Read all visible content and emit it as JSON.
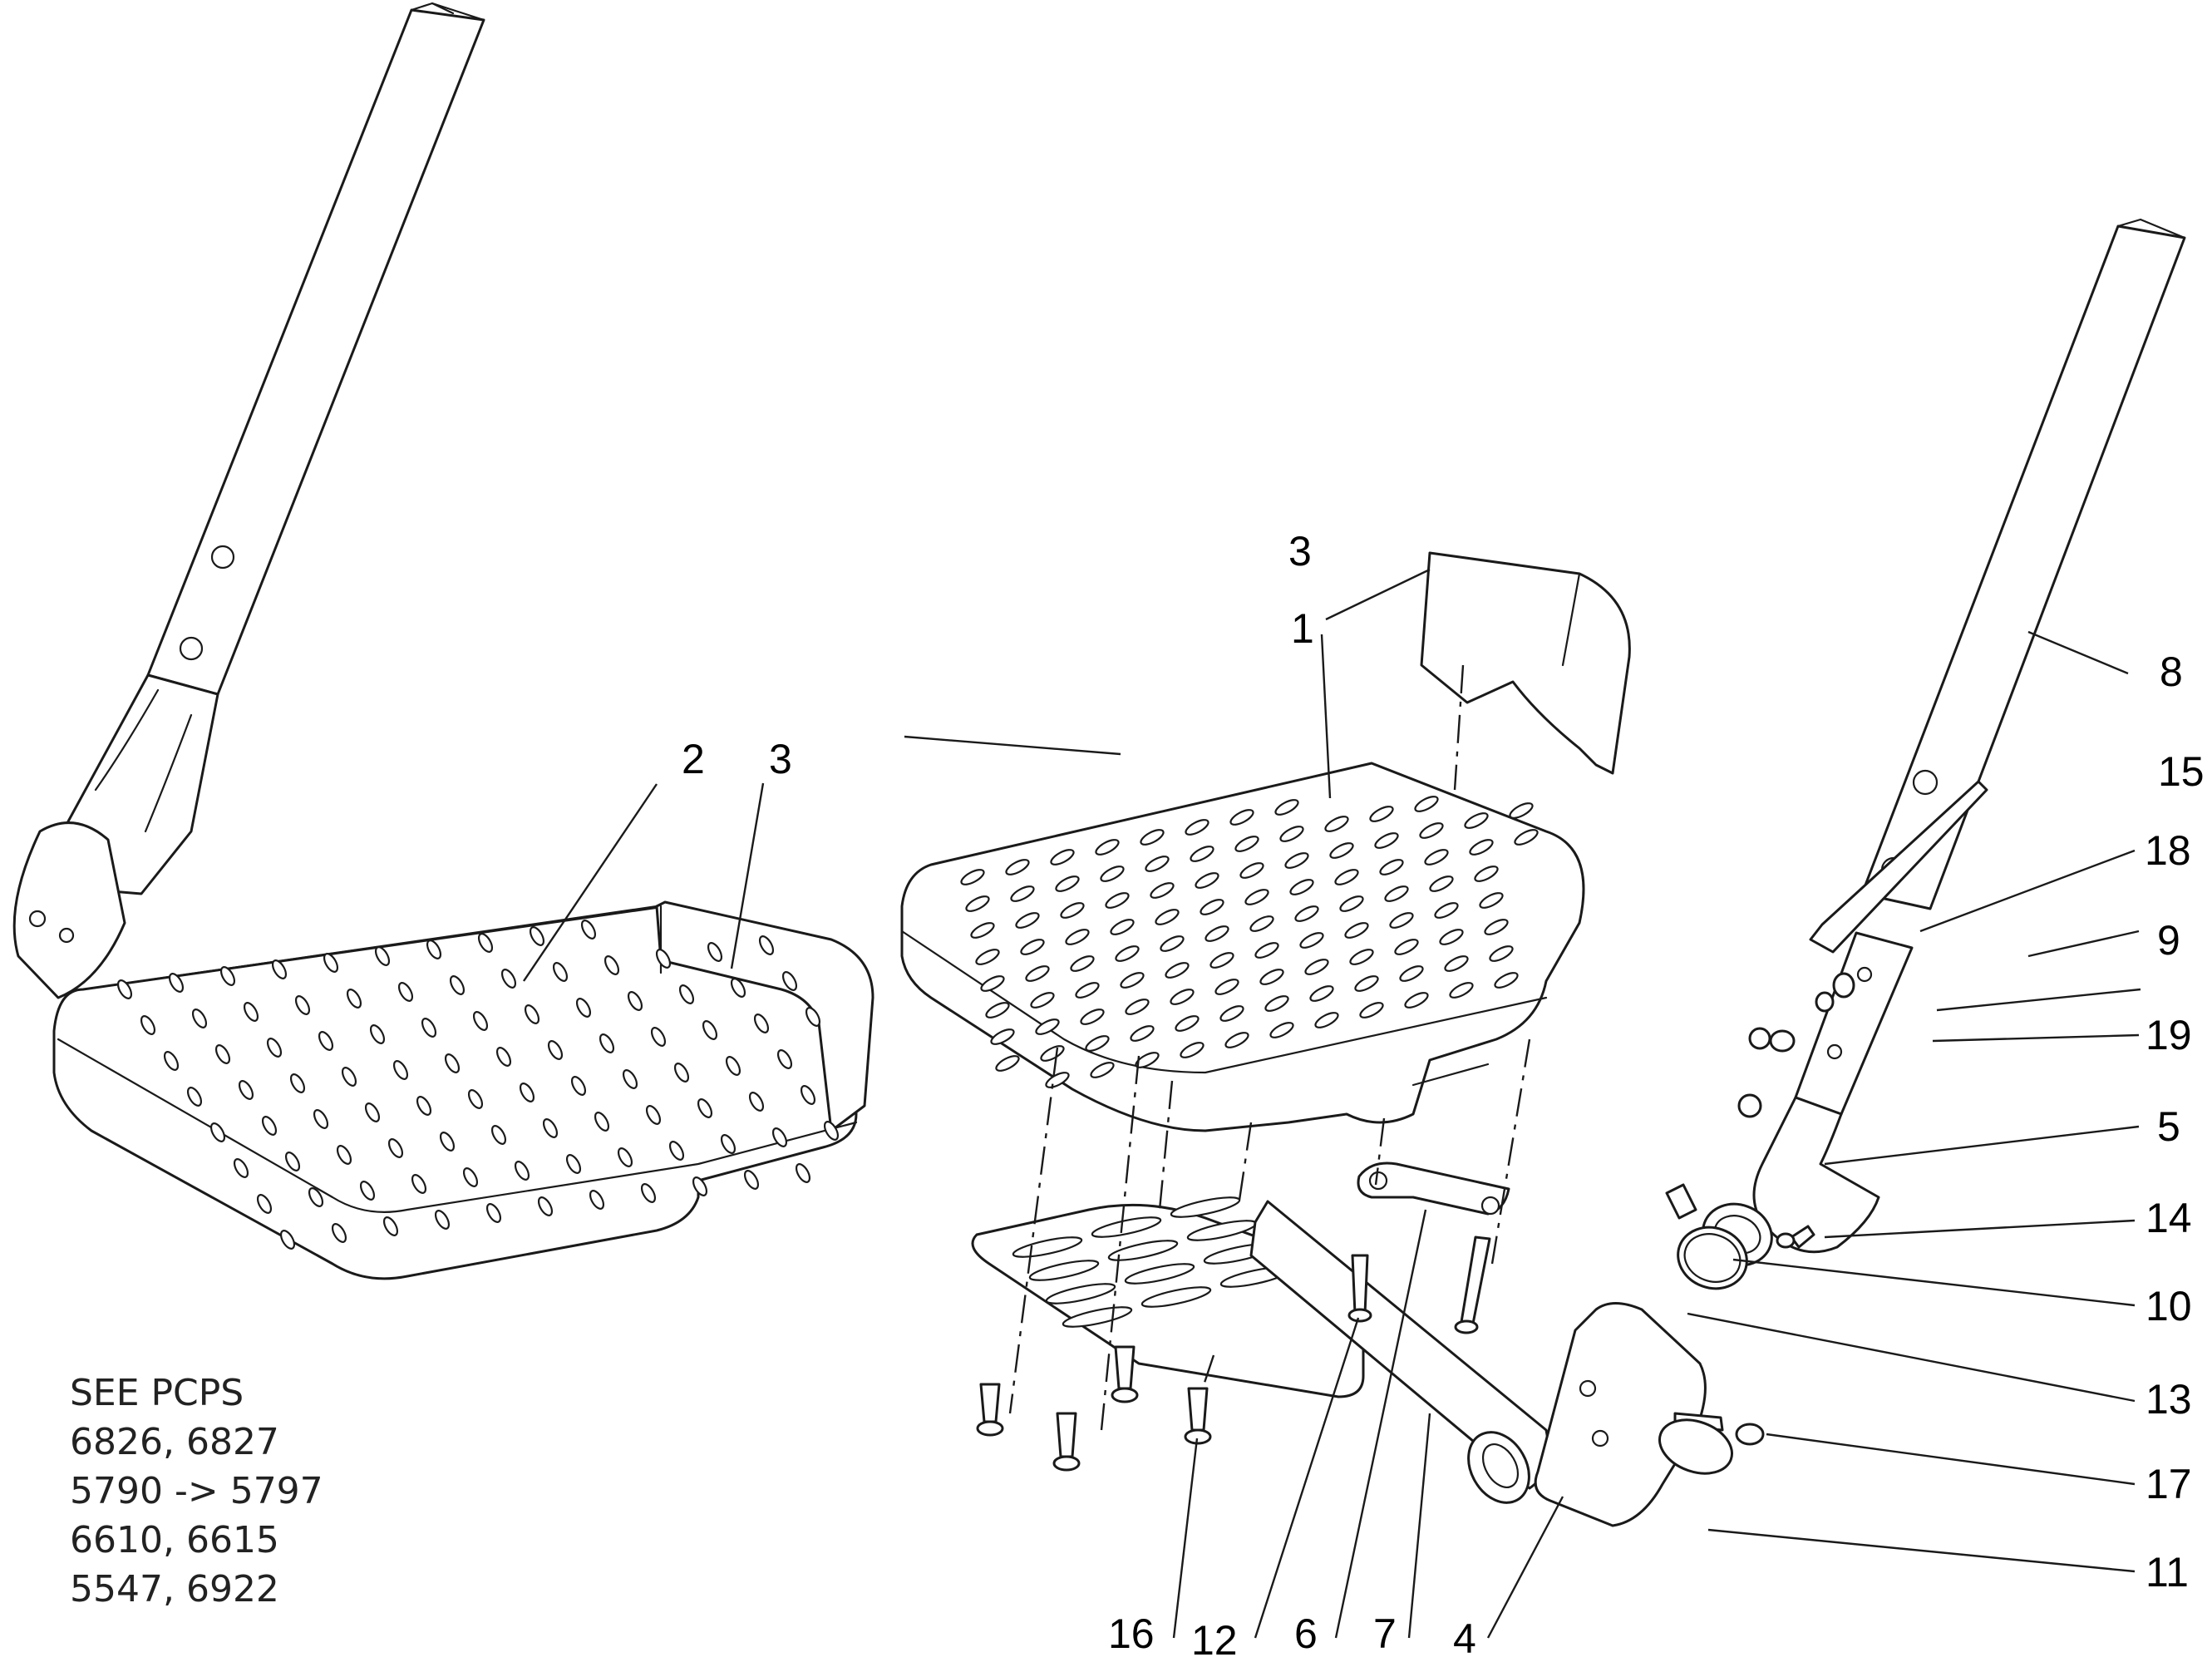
{
  "diagram": {
    "callouts": [
      "3",
      "1",
      "2",
      "3",
      "8",
      "15",
      "18",
      "9",
      "19",
      "5",
      "14",
      "10",
      "13",
      "17",
      "11",
      "16",
      "12",
      "6",
      "7",
      "4"
    ]
  },
  "note": {
    "lines": [
      "SEE PCPS",
      "6826, 6827",
      "5790 -> 5797",
      "6610, 6615",
      "5547, 6922"
    ]
  }
}
